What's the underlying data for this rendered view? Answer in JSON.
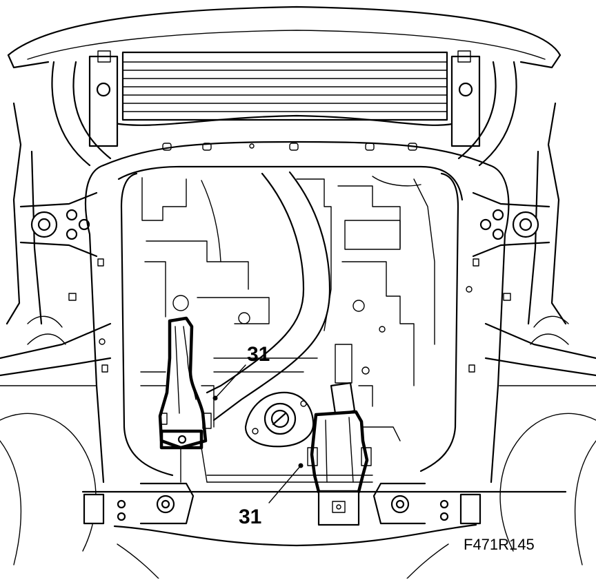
{
  "figure": {
    "code": "F471R145"
  },
  "callouts": [
    {
      "id": "upper",
      "label": "31"
    },
    {
      "id": "lower",
      "label": "31"
    }
  ],
  "colors": {
    "line": "#000000",
    "background": "#ffffff"
  }
}
